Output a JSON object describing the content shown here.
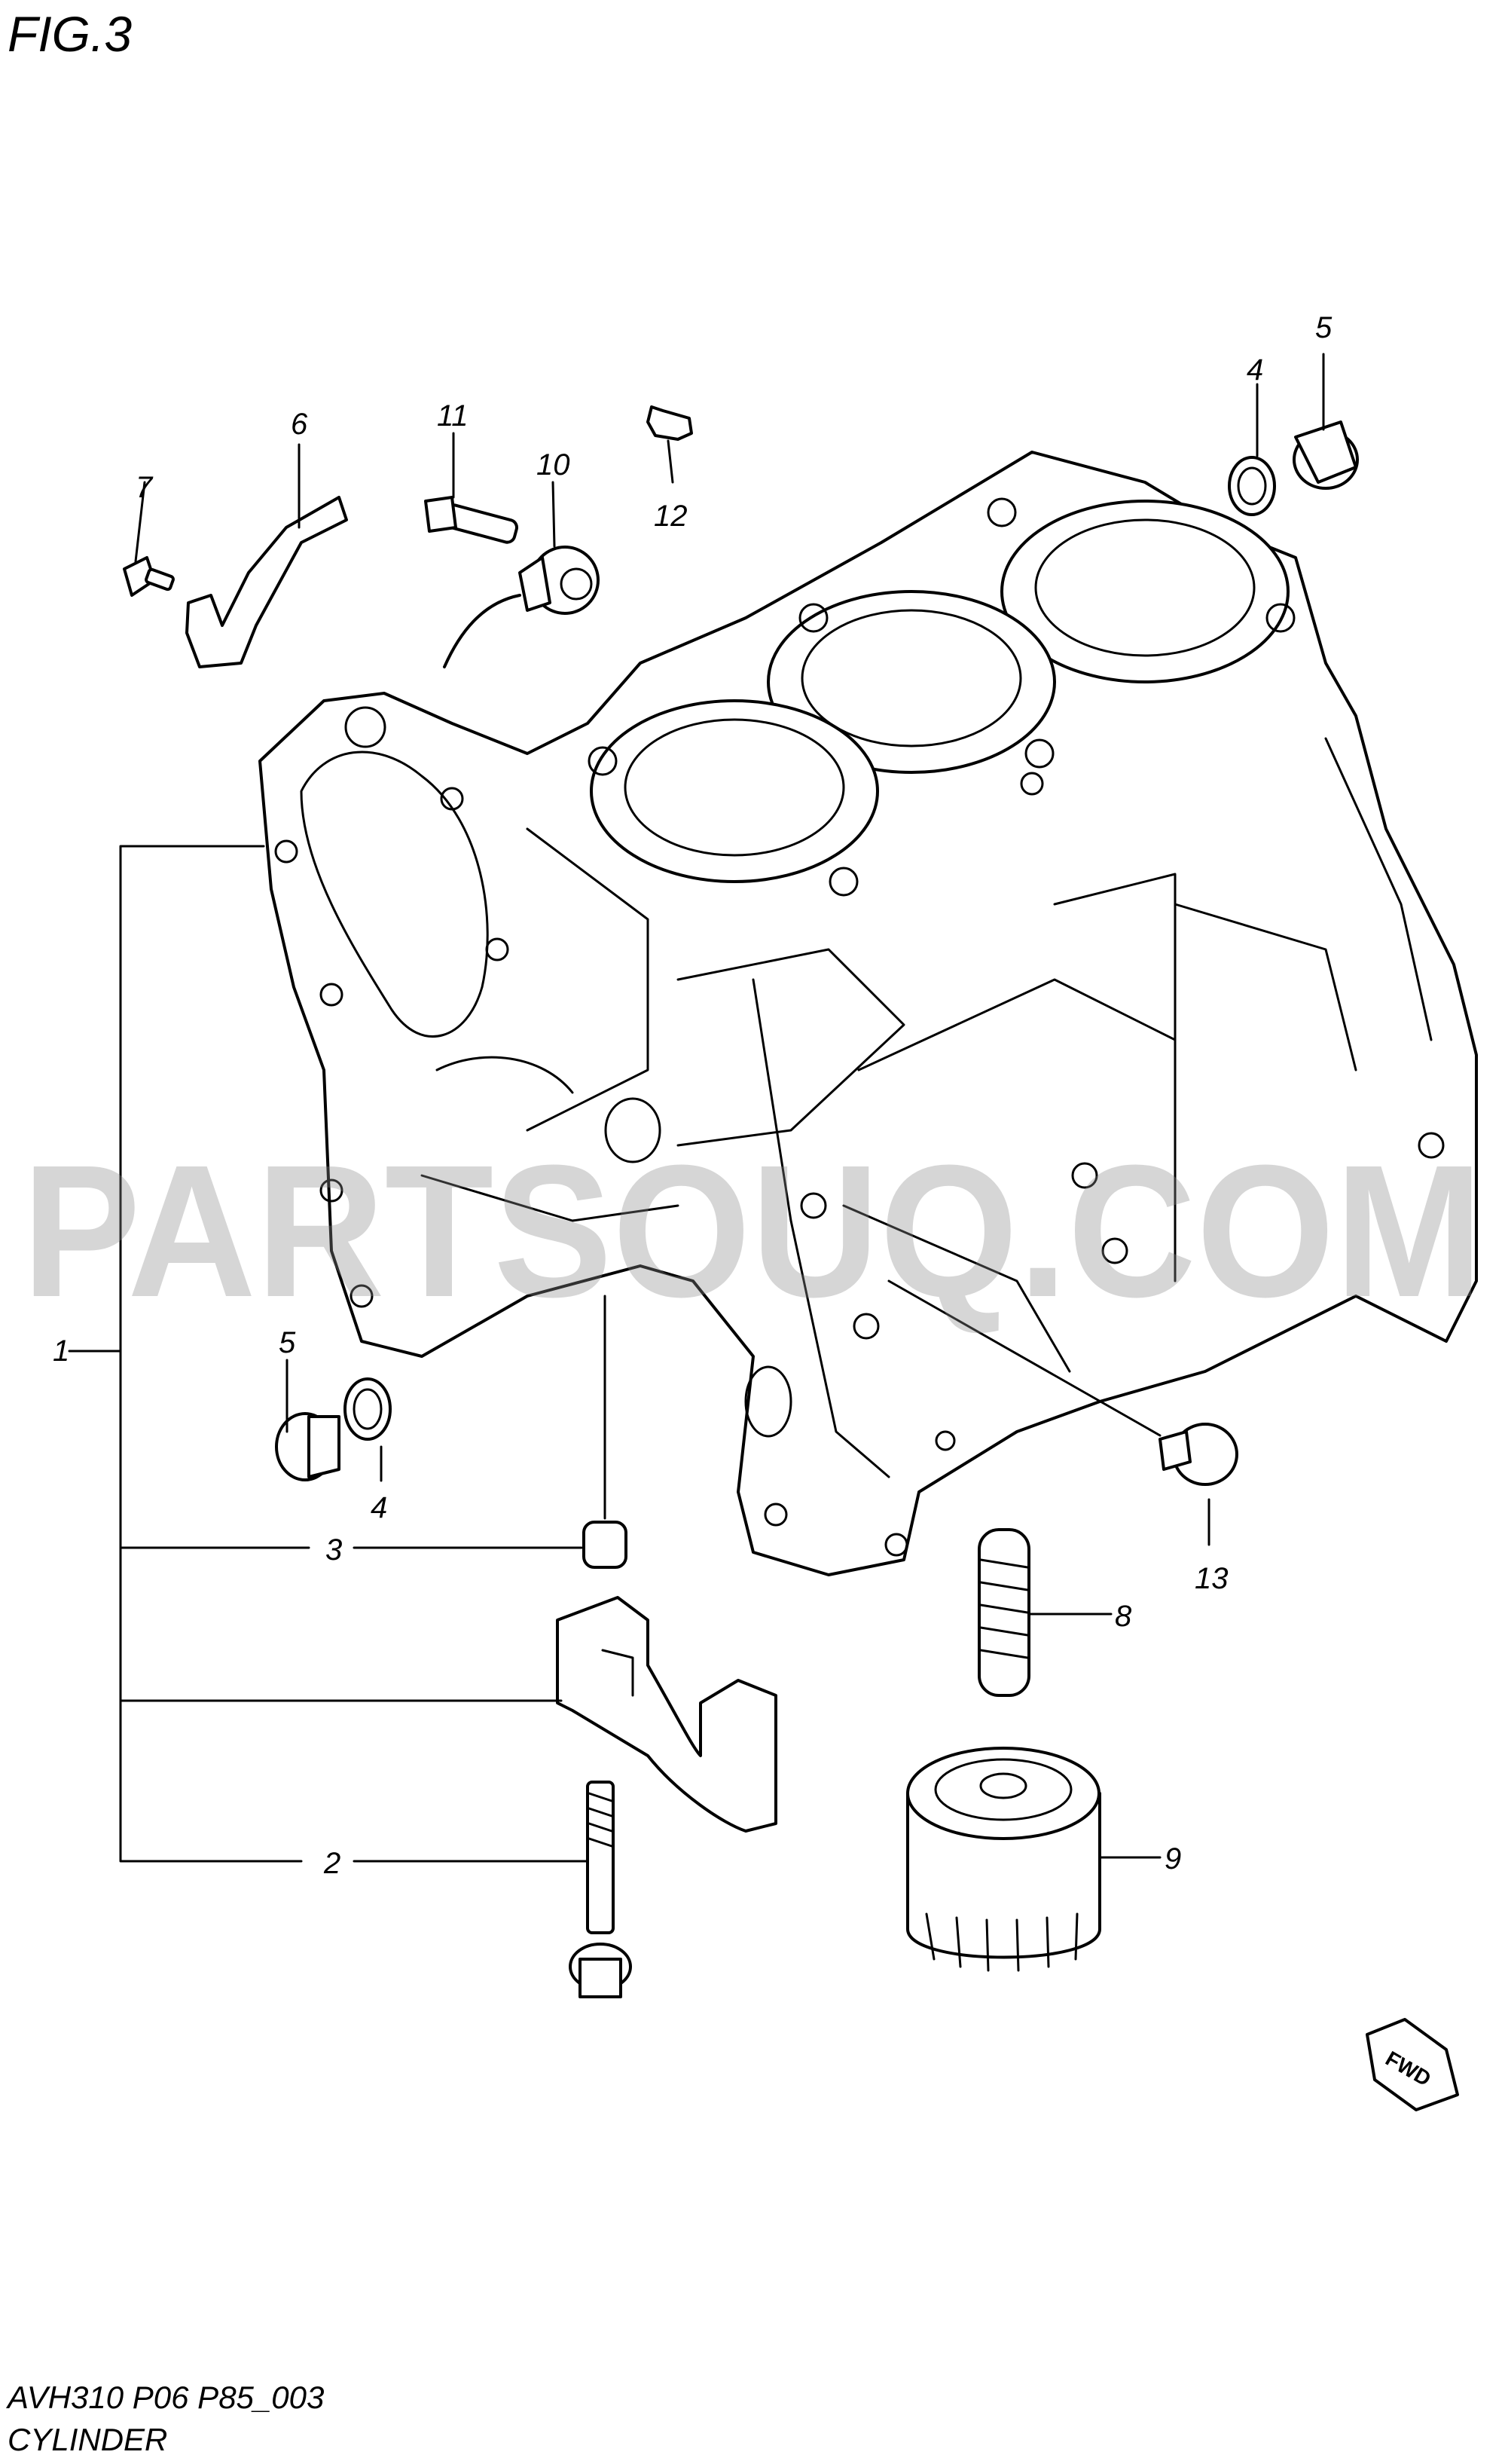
{
  "figure": {
    "title": "FIG.3"
  },
  "footer": {
    "code": "AVH310 P06 P85_003",
    "name": "CYLINDER"
  },
  "watermark": {
    "text": "PARTSOUQ.COM"
  },
  "fwd_badge": {
    "text": "FWD"
  },
  "callouts": [
    {
      "id": "1",
      "text": "1"
    },
    {
      "id": "2",
      "text": "2"
    },
    {
      "id": "3",
      "text": "3"
    },
    {
      "id": "4",
      "text": "4"
    },
    {
      "id": "4b",
      "text": "4"
    },
    {
      "id": "5",
      "text": "5"
    },
    {
      "id": "5b",
      "text": "5"
    },
    {
      "id": "6",
      "text": "6"
    },
    {
      "id": "7",
      "text": "7"
    },
    {
      "id": "8",
      "text": "8"
    },
    {
      "id": "9",
      "text": "9"
    },
    {
      "id": "10",
      "text": "10"
    },
    {
      "id": "11",
      "text": "11"
    },
    {
      "id": "12",
      "text": "12"
    },
    {
      "id": "13",
      "text": "13"
    }
  ],
  "colors": {
    "ink": "#000000",
    "paper": "#ffffff",
    "watermark": "#8c8c8c"
  }
}
